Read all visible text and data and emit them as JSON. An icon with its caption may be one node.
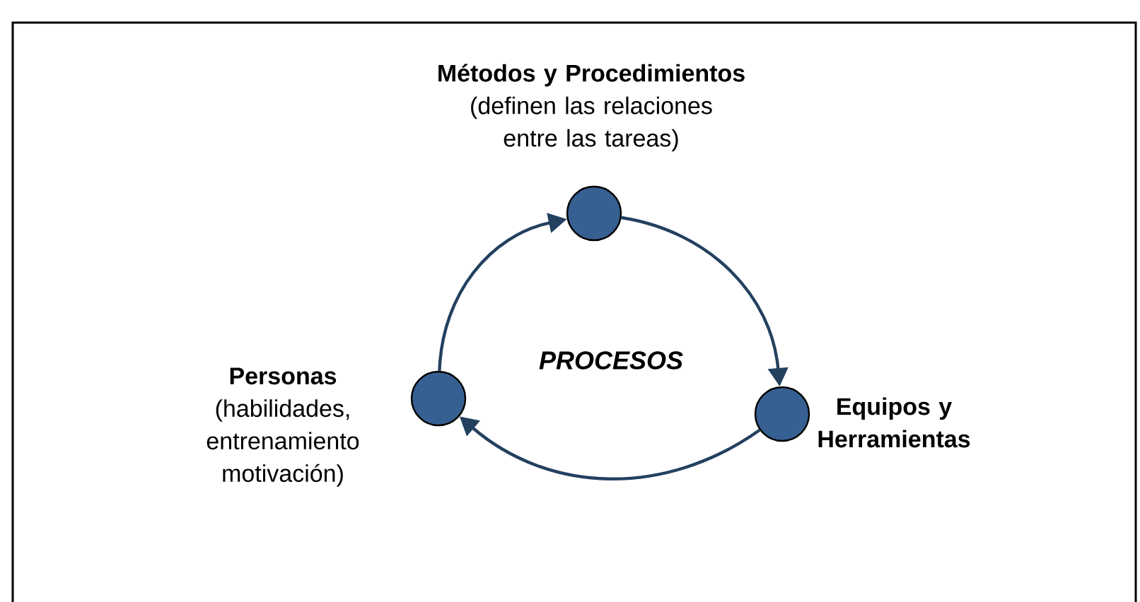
{
  "diagram": {
    "nodes": [
      {
        "text": [],
        "shape": "circle",
        "beside": [
          "Métodos y Procedimientos",
          "(definen las relaciones entre las tareas)"
        ]
      },
      {
        "text": [],
        "shape": "circle",
        "beside": [
          "Personas",
          "(habilidades, entrenamiento motivación)"
        ]
      },
      {
        "text": [],
        "shape": "circle",
        "beside": [
          "Equipos y Herramientas"
        ]
      }
    ],
    "edges": [
      {
        "from": 1,
        "to": 0,
        "arrow": "to"
      },
      {
        "from": 0,
        "to": 2,
        "arrow": "to"
      },
      {
        "from": 2,
        "to": 1,
        "arrow": "to"
      }
    ],
    "labels": [
      "PROCESOS"
    ]
  }
}
